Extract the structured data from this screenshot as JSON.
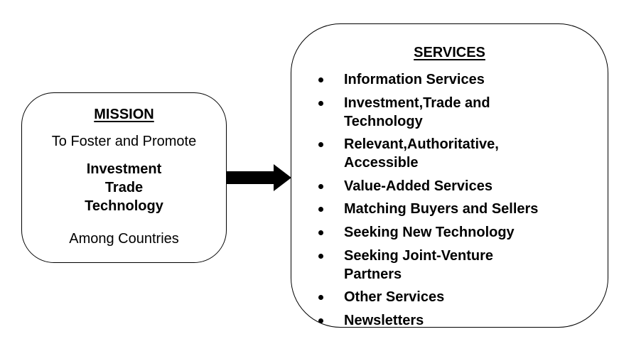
{
  "mission": {
    "title": "MISSION",
    "intro": "To Foster and Promote",
    "focus": [
      "Investment",
      "Trade",
      "Technology"
    ],
    "outro": "Among Countries"
  },
  "services": {
    "title": "SERVICES",
    "items": [
      "Information Services",
      "Investment,Trade and Technology",
      "Relevant,Authoritative, Accessible",
      "Value-Added Services",
      "Matching Buyers and Sellers",
      "Seeking New Technology",
      "Seeking Joint-Venture Partners",
      "Other Services",
      "Newsletters"
    ]
  },
  "colors": {
    "stroke": "#000000",
    "background": "#ffffff"
  }
}
